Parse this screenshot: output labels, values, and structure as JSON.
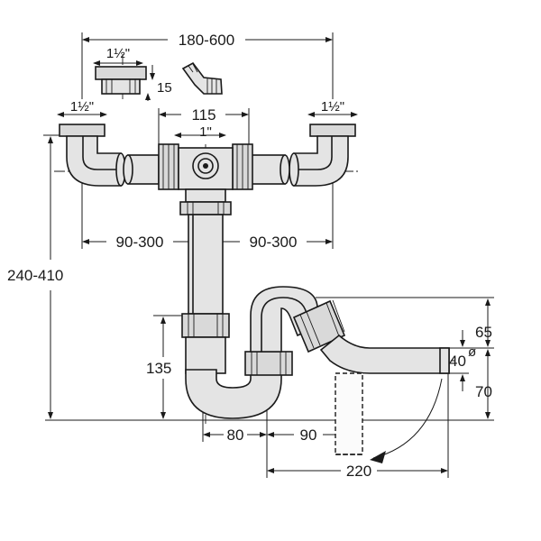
{
  "dimensions": {
    "overall_width": "180-600",
    "basket_thread_top": "1½\"",
    "basket_height": "15",
    "left_thread": "1½\"",
    "right_thread": "1½\"",
    "center_spacing": "115",
    "center_thread": "1\"",
    "left_offset": "90-300",
    "right_offset": "90-300",
    "total_height": "240-410",
    "trap_height": "135",
    "trap_offset": "80",
    "outlet_offset": "90",
    "outlet_length": "220",
    "outlet_upper": "65",
    "outlet_diameter": "40",
    "diameter_symbol": "ø",
    "outlet_lower": "70"
  },
  "colors": {
    "pipe_fill": "#e4e4e4",
    "line": "#1a1a1a",
    "background": "#ffffff"
  }
}
